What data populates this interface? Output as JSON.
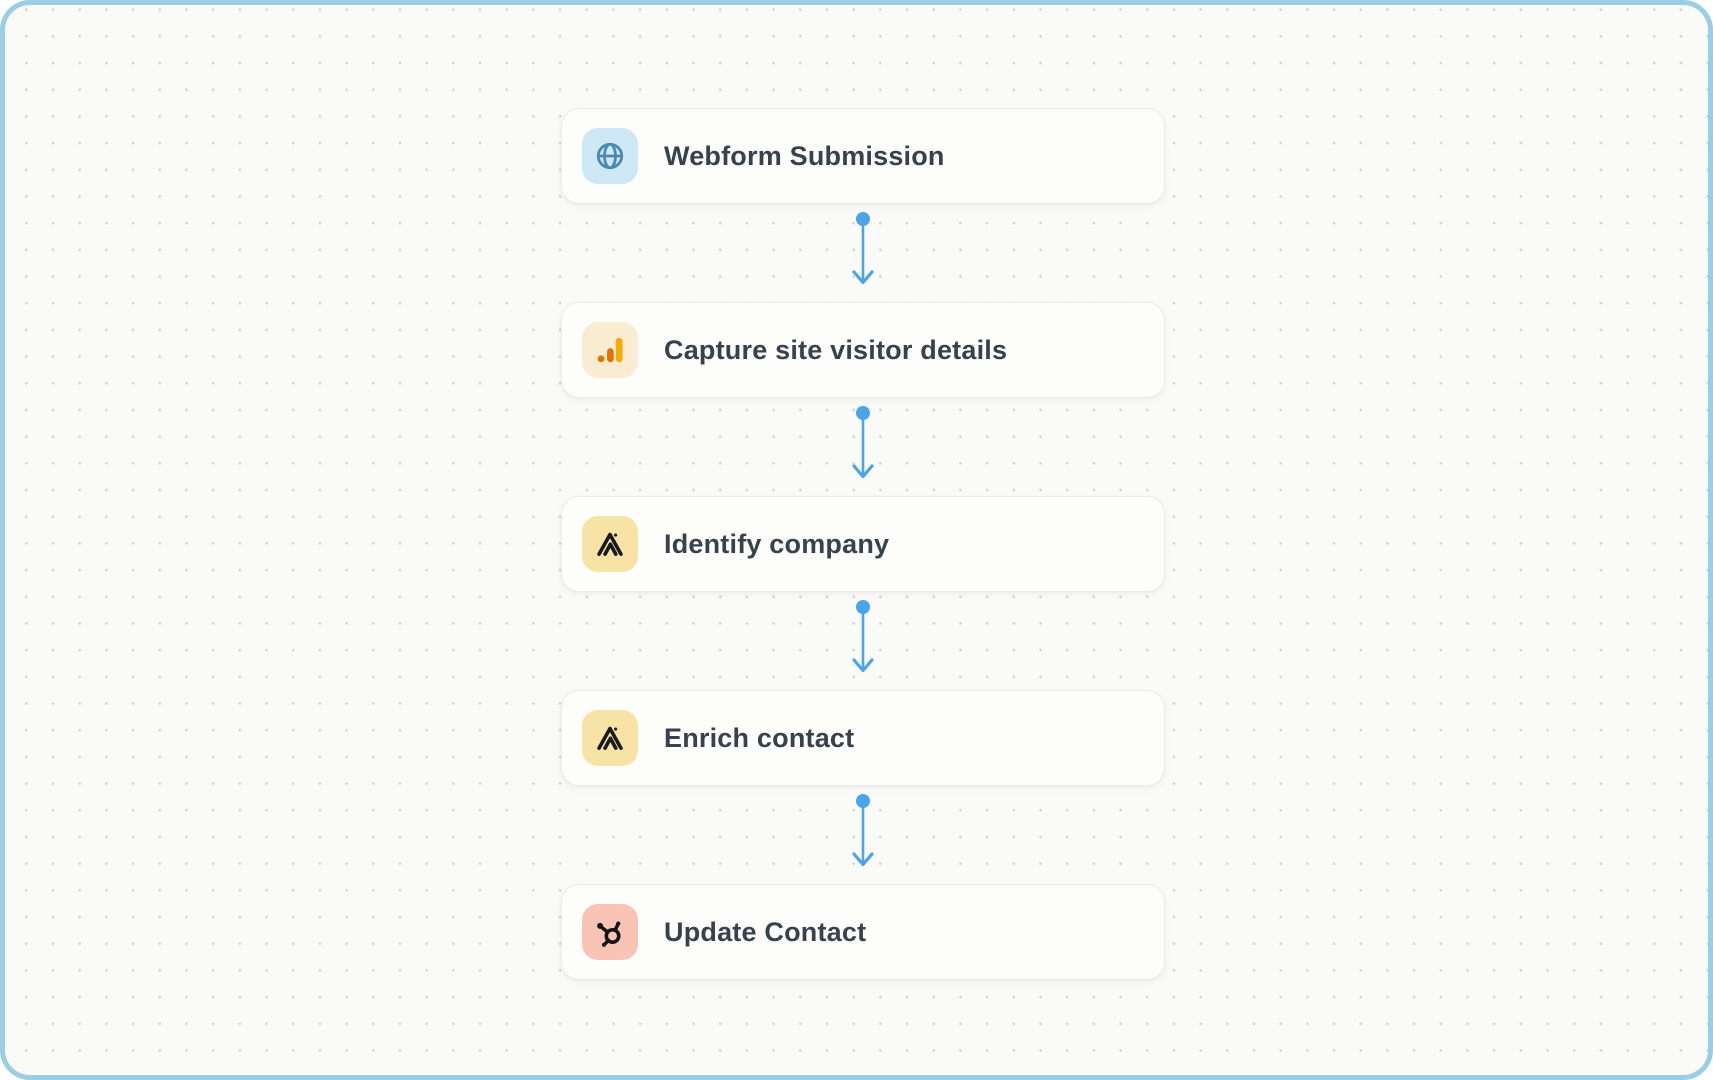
{
  "canvas": {
    "frame_border_color": "#9BCDE5",
    "background_color": "#FAFAF8",
    "dot_color": "#D5D5D0",
    "card_background": "#FDFDFC",
    "card_border_color": "#EBEBE8",
    "label_color": "#38424C",
    "connector_color": "#4BA4EA"
  },
  "workflow": {
    "nodes": [
      {
        "label": "Webform Submission",
        "icon": "globe-icon",
        "icon_bg": "#CDE7F5",
        "icon_color": "#4A8AB0"
      },
      {
        "label": "Capture site visitor details",
        "icon": "google-analytics-icon",
        "icon_bg": "#FAECD2",
        "icon_color": "#E37400",
        "icon_color_secondary": "#F9AB00"
      },
      {
        "label": "Identify company",
        "icon": "triangle-a-logo-icon",
        "icon_bg": "#F8E3A6",
        "icon_color": "#1A1A1A"
      },
      {
        "label": "Enrich contact",
        "icon": "triangle-a-logo-icon",
        "icon_bg": "#F8E3A6",
        "icon_color": "#1A1A1A"
      },
      {
        "label": "Update Contact",
        "icon": "hubspot-icon",
        "icon_bg": "#F9C4B5",
        "icon_color": "#141414"
      }
    ]
  }
}
